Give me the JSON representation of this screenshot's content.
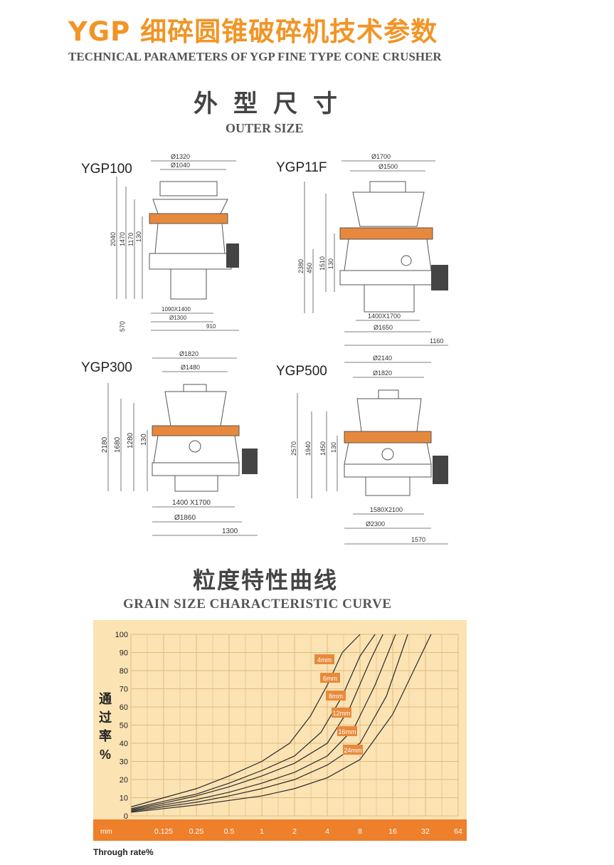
{
  "header": {
    "title_cn": "YGP 细碎圆锥破碎机技术参数",
    "title_en": "TECHNICAL PARAMETERS OF YGP FINE TYPE CONE CRUSHER"
  },
  "outer_size": {
    "title_cn": "外型尺寸",
    "title_en": "OUTER SIZE",
    "models": [
      {
        "name": "YGP100",
        "top_dia_outer": "Ø1320",
        "top_dia_inner": "Ø1040",
        "heights": [
          "2040",
          "1470",
          "1170",
          "130"
        ],
        "base": "1090X1400",
        "base_dia": "Ø1300",
        "side": "910",
        "foot": "570"
      },
      {
        "name": "YGP11F",
        "top_dia_outer": "Ø1700",
        "top_dia_inner": "Ø1500",
        "heights": [
          "2380",
          "450",
          "1510",
          "130"
        ],
        "base": "1400X1700",
        "base_dia": "Ø1650",
        "side": "1160"
      },
      {
        "name": "YGP300",
        "top_dia_outer": "Ø1820",
        "top_dia_inner": "Ø1480",
        "heights": [
          "2180",
          "1680",
          "1280",
          "130"
        ],
        "base": "1400 X1700",
        "base_dia": "Ø1860",
        "side": "1300"
      },
      {
        "name": "YGP500",
        "top_dia_outer": "Ø2140",
        "top_dia_inner": "Ø1820",
        "heights": [
          "2570",
          "1940",
          "1450",
          "130"
        ],
        "base": "1580X2100",
        "base_dia": "Ø2300",
        "side": "1570"
      }
    ]
  },
  "grain_curve": {
    "title_cn": "粒度特性曲线",
    "title_en": "GRAIN SIZE CHARACTERISTIC CURVE",
    "ylabel_cn": "通过率%",
    "xlabel": "Through rate%",
    "x_unit": "mm",
    "colors": {
      "panel": "#fbe3b4",
      "grid": "#e2bb7c",
      "axis_band": "#ee7f2b",
      "curve": "#2a2a2a",
      "tag": "#e88a3c"
    }
  },
  "chart_data": {
    "type": "line",
    "title": "GRAIN SIZE CHARACTERISTIC CURVE",
    "xlabel": "Through rate%",
    "ylabel": "通过率%",
    "x_scale": "log",
    "x_ticks": [
      "0.125",
      "0.25",
      "0.5",
      "1",
      "2",
      "4",
      "8",
      "16",
      "32",
      "64"
    ],
    "y_ticks": [
      "0",
      "10",
      "20",
      "30",
      "40",
      "50",
      "60",
      "70",
      "80",
      "90",
      "100"
    ],
    "ylim": [
      0,
      100
    ],
    "grid": true,
    "series": [
      {
        "name": "4mm",
        "x": [
          0.063,
          0.125,
          0.25,
          0.5,
          1,
          1.8,
          2.8,
          4,
          5.5,
          8
        ],
        "y": [
          5,
          10,
          15,
          22,
          30,
          40,
          55,
          72,
          90,
          100
        ]
      },
      {
        "name": "6mm",
        "x": [
          0.063,
          0.125,
          0.25,
          0.5,
          1,
          2,
          3.5,
          5.5,
          8,
          11
        ],
        "y": [
          4,
          8,
          12,
          18,
          25,
          33,
          46,
          66,
          88,
          100
        ]
      },
      {
        "name": "8mm",
        "x": [
          0.063,
          0.125,
          0.25,
          0.5,
          1,
          2,
          4,
          6.5,
          10,
          13
        ],
        "y": [
          3.5,
          7,
          11,
          16,
          22,
          29,
          40,
          60,
          86,
          100
        ]
      },
      {
        "name": "12mm",
        "x": [
          0.063,
          0.125,
          0.25,
          0.5,
          1,
          2,
          4,
          7,
          11,
          17
        ],
        "y": [
          3,
          6,
          9,
          13,
          18,
          24,
          33,
          48,
          72,
          100
        ]
      },
      {
        "name": "16mm",
        "x": [
          0.063,
          0.125,
          0.25,
          0.5,
          1,
          2,
          4,
          8,
          14,
          22
        ],
        "y": [
          2.5,
          5,
          7.5,
          11,
          15,
          20,
          28,
          40,
          66,
          100
        ]
      },
      {
        "name": "24mm",
        "x": [
          0.063,
          0.125,
          0.25,
          0.5,
          1,
          2,
          4,
          8,
          16,
          36
        ],
        "y": [
          2,
          4,
          6,
          8.5,
          11,
          15,
          21,
          31,
          56,
          100
        ]
      }
    ]
  }
}
